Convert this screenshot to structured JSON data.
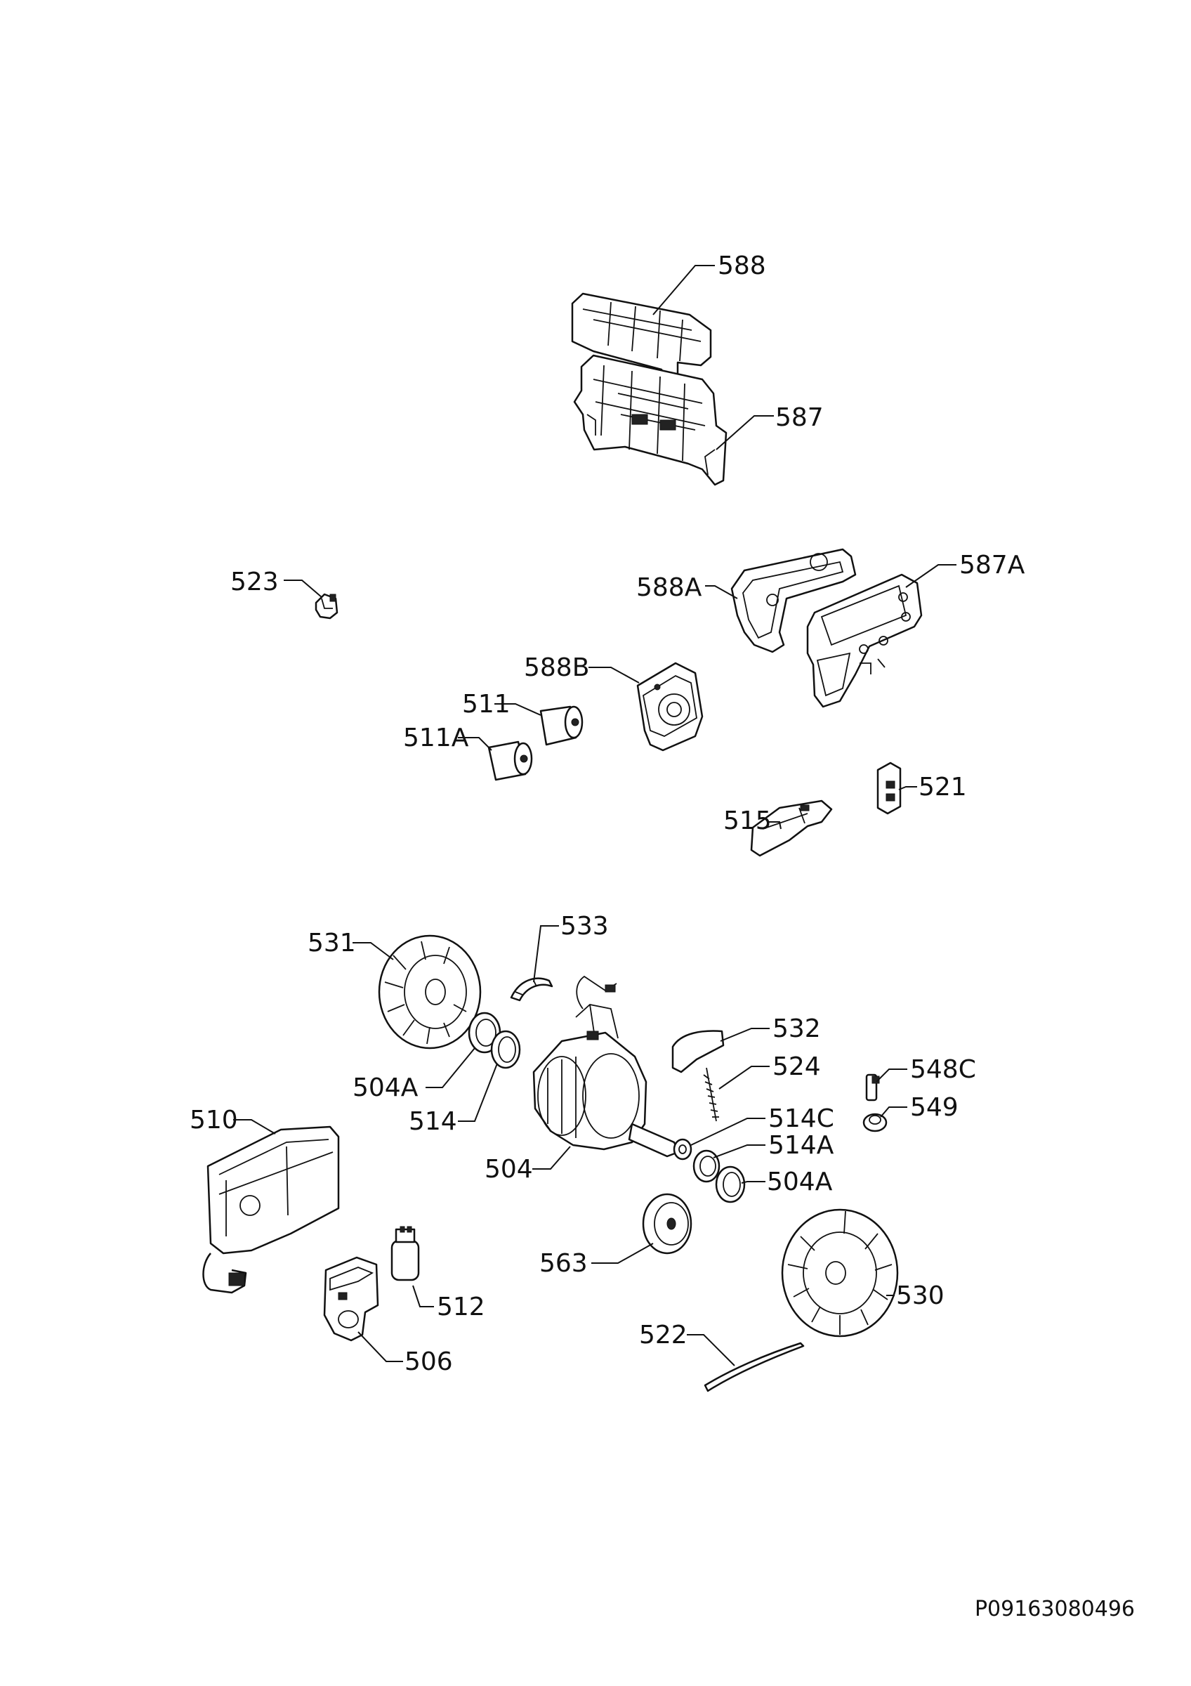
{
  "drawing": {
    "code": "P09163080496",
    "callouts": [
      {
        "id": "c588",
        "label": "588"
      },
      {
        "id": "c587",
        "label": "587"
      },
      {
        "id": "c523",
        "label": "523"
      },
      {
        "id": "c588A",
        "label": "588A"
      },
      {
        "id": "c587A",
        "label": "587A"
      },
      {
        "id": "c588B",
        "label": "588B"
      },
      {
        "id": "c511",
        "label": "511"
      },
      {
        "id": "c511A",
        "label": "511A"
      },
      {
        "id": "c521",
        "label": "521"
      },
      {
        "id": "c515",
        "label": "515"
      },
      {
        "id": "c533",
        "label": "533"
      },
      {
        "id": "c531",
        "label": "531"
      },
      {
        "id": "c532",
        "label": "532"
      },
      {
        "id": "c524",
        "label": "524"
      },
      {
        "id": "c548C",
        "label": "548C"
      },
      {
        "id": "c504A1",
        "label": "504A"
      },
      {
        "id": "c549",
        "label": "549"
      },
      {
        "id": "c514",
        "label": "514"
      },
      {
        "id": "c510",
        "label": "510"
      },
      {
        "id": "c514C",
        "label": "514C"
      },
      {
        "id": "c514A",
        "label": "514A"
      },
      {
        "id": "c504",
        "label": "504"
      },
      {
        "id": "c504A2",
        "label": "504A"
      },
      {
        "id": "c563",
        "label": "563"
      },
      {
        "id": "c530",
        "label": "530"
      },
      {
        "id": "c512",
        "label": "512"
      },
      {
        "id": "c522",
        "label": "522"
      },
      {
        "id": "c506",
        "label": "506"
      }
    ]
  }
}
